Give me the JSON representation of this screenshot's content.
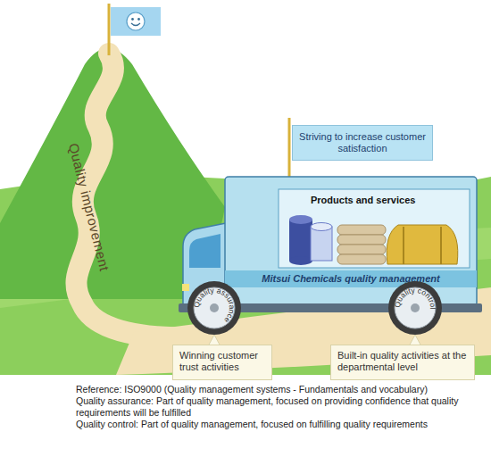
{
  "diagram": {
    "nodes": [
      {
        "text": [
          "Striving to increase customer satisfaction"
        ]
      },
      {
        "text": [
          "Products and services"
        ]
      },
      {
        "text": [
          "Mitsui Chemicals quality management"
        ]
      },
      {
        "text": [
          "Quality assurance"
        ]
      },
      {
        "text": [
          "Quality control"
        ]
      },
      {
        "text": [
          "Winning customer trust activities"
        ]
      },
      {
        "text": [
          "Built-in quality activities at the departmental level"
        ]
      }
    ],
    "edges": [
      {
        "from": 5,
        "to": 3,
        "arrow": "none"
      },
      {
        "from": 6,
        "to": 4,
        "arrow": "none"
      }
    ],
    "labels": [
      "Quality improvement",
      "Reference: ISO9000 (Quality management systems - Fundamentals and vocabulary)",
      "Quality assurance: Part of quality management, focused on providing confidence that quality requirements will be fulfilled",
      "Quality control: Part of quality management, focused on fulfilling quality requirements"
    ]
  }
}
